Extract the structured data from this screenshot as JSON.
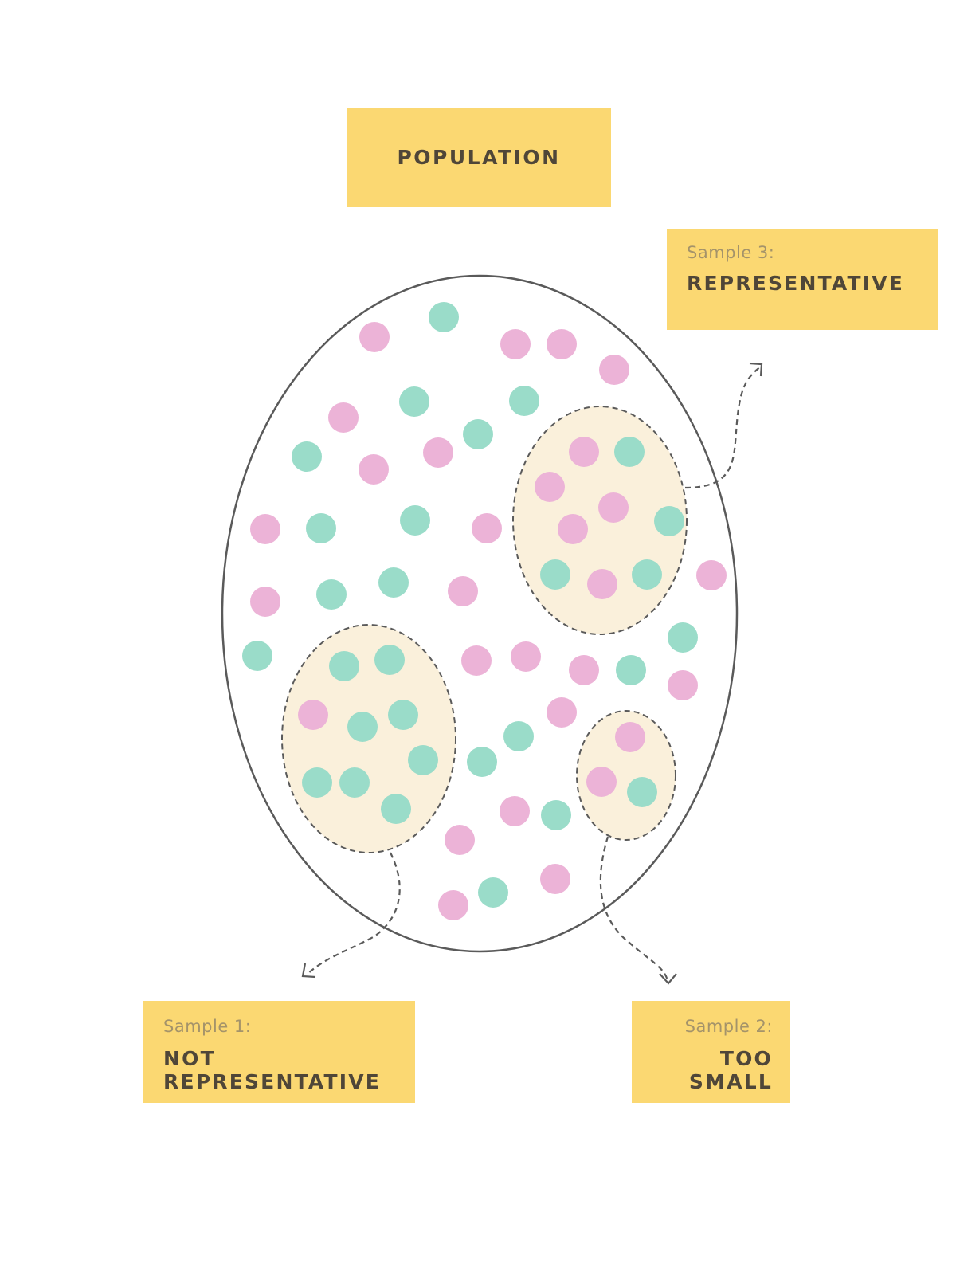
{
  "labels": {
    "population": "POPULATION",
    "sample3": {
      "caption": "Sample 3:",
      "title": "REPRESENTATIVE"
    },
    "sample1": {
      "caption": "Sample 1:",
      "title": "NOT REPRESENTATIVE"
    },
    "sample2": {
      "caption": "Sample 2:",
      "title": "TOO SMALL"
    }
  },
  "colors": {
    "box_fill": "#fbd872",
    "pink_dot": "#ecb3d7",
    "teal_dot": "#9adcc9",
    "sample_fill": "#faf0db",
    "outline": "#555555"
  }
}
